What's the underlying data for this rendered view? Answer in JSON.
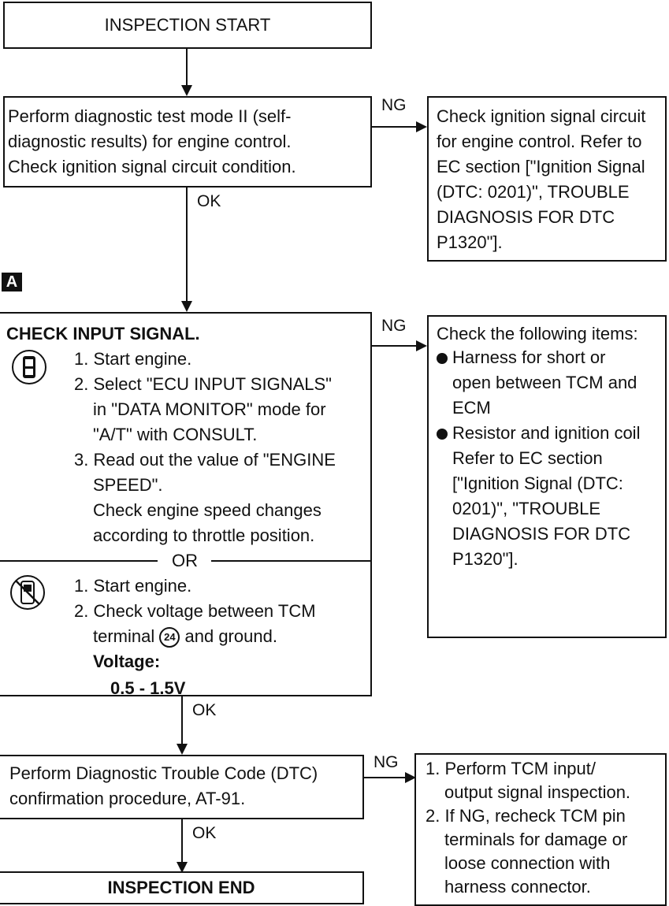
{
  "start_box": "INSPECTION START",
  "step1": {
    "lines": [
      "Perform diagnostic test mode II (self-",
      "diagnostic results) for engine control.",
      "Check ignition signal circuit condition."
    ],
    "ng_label": "NG",
    "ok_label": "OK"
  },
  "step1_ng": {
    "lines": [
      "Check ignition signal circuit",
      "for engine control. Refer to",
      "EC section [\"Ignition Signal",
      "(DTC: 0201)\", TROUBLE",
      "DIAGNOSIS FOR DTC",
      "P1320\"]."
    ]
  },
  "marker": "A",
  "step2": {
    "title": "CHECK INPUT SIGNAL.",
    "consult_steps": [
      "1. Start engine.",
      "2. Select \"ECU INPUT SIGNALS\"",
      "in \"DATA MONITOR\" mode for",
      "\"A/T\" with CONSULT.",
      "3. Read out the value of \"ENGINE",
      "SPEED\".",
      "Check engine speed changes",
      "according to throttle position."
    ],
    "or_label": "OR",
    "manual_steps": [
      "1. Start engine.",
      "2. Check voltage between TCM",
      "terminal",
      "and ground."
    ],
    "terminal_number": "24",
    "voltage_label": "Voltage:",
    "voltage_value": "0.5 - 1.5V",
    "ng_label": "NG",
    "ok_label": "OK"
  },
  "step2_ng": {
    "title": "Check the following items:",
    "item1": [
      "Harness for short or",
      "open between TCM and",
      "ECM"
    ],
    "item2": [
      "Resistor and ignition coil",
      "Refer to EC section",
      "[\"Ignition Signal (DTC:",
      "0201)\", \"TROUBLE",
      "DIAGNOSIS FOR DTC",
      "P1320\"]."
    ]
  },
  "step3": {
    "lines": [
      "Perform Diagnostic Trouble Code (DTC)",
      "confirmation procedure, AT-91."
    ],
    "ng_label": "NG",
    "ok_label": "OK"
  },
  "step3_ng": {
    "lines": [
      "1. Perform TCM input/",
      "output signal inspection.",
      "2. If NG, recheck TCM pin",
      "terminals for damage or",
      "loose connection with",
      "harness connector."
    ]
  },
  "end_box": "INSPECTION END"
}
